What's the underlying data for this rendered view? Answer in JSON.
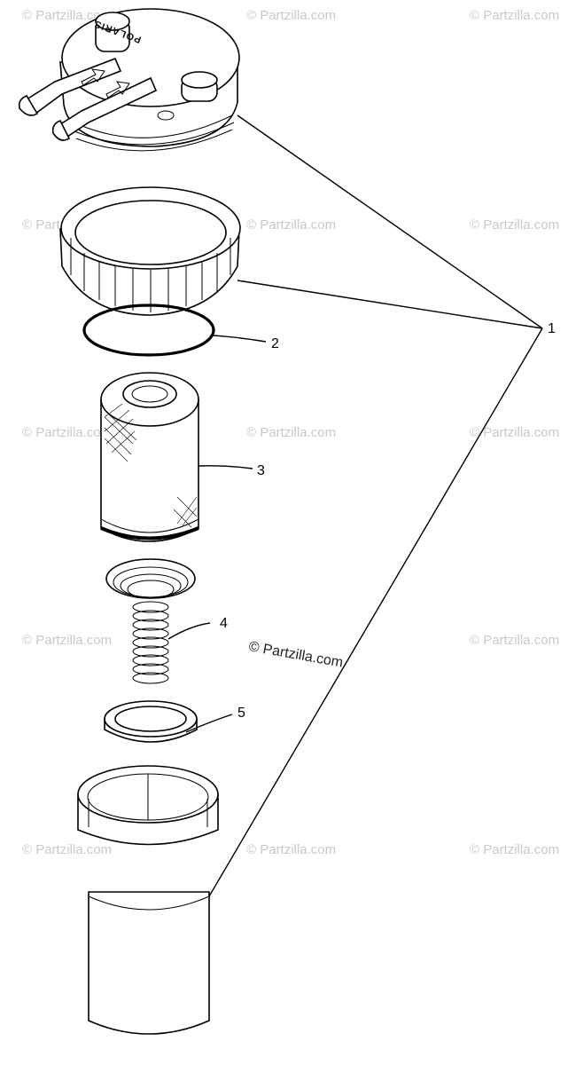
{
  "callouts": [
    {
      "id": "1",
      "label": "1"
    },
    {
      "id": "2",
      "label": "2"
    },
    {
      "id": "3",
      "label": "3"
    },
    {
      "id": "4",
      "label": "4"
    },
    {
      "id": "5",
      "label": "5"
    }
  ],
  "brand_text": "POLARIS",
  "watermark": {
    "main": "© Partzilla.com",
    "faint": "© Partzilla.com"
  }
}
